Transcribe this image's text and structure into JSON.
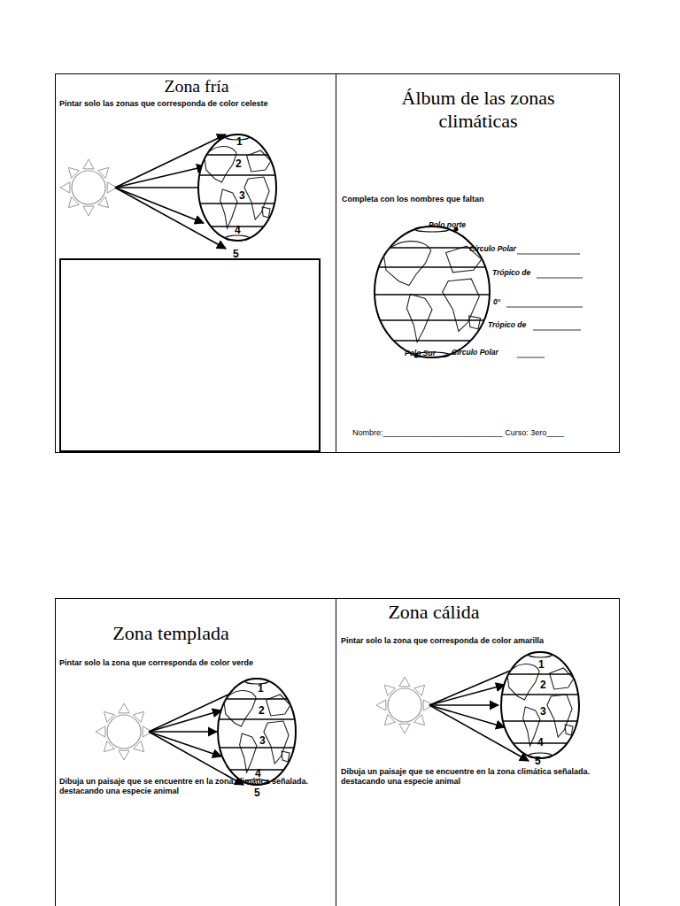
{
  "diagram": {
    "nodes": [
      {
        "text": [
          "Zona fría",
          "Pintar solo las zonas que corresponda de color celeste"
        ]
      },
      {
        "text": [
          "Álbum de las zonas climáticas",
          "Completa con los nombres que faltan",
          "Nombre:___________________________ Curso: 3ero____"
        ]
      },
      {
        "text": [
          "Zona templada",
          "Pintar solo la zona que corresponda de color verde",
          "Dibuja un paisaje que se encuentre en la zona climática señalada. destacando una especie animal"
        ]
      },
      {
        "text": [
          "Zona cálida",
          "Pintar solo la zona que corresponda de color amarilla",
          "Dibuja un paisaje que se encuentre en la zona climática señalada. destacando una especie animal"
        ]
      }
    ],
    "labels": [
      "1",
      "2",
      "3",
      "4",
      "5",
      "Polo norte",
      "Círculo Polar",
      "Trópico de",
      "0°",
      "Trópico de",
      "Círculo Polar",
      "Polo Sur",
      "1",
      "2",
      "3",
      "4",
      "5",
      "1",
      "2",
      "3",
      "4",
      "5"
    ]
  }
}
